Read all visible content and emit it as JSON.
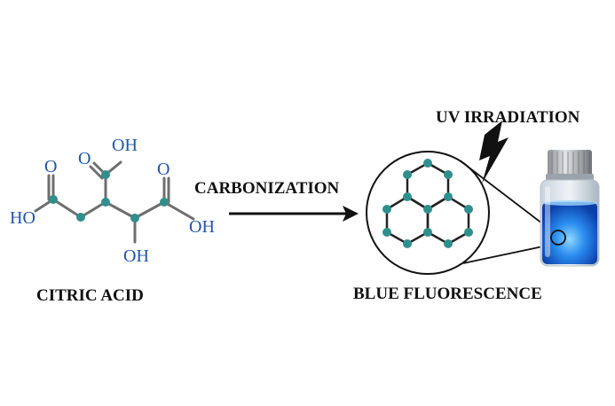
{
  "labels": {
    "citric_acid": "CITRIC ACID",
    "carbonization": "CARBONIZATION",
    "uv_irradiation": "UV IRRADIATION",
    "blue_fluorescence": "BLUE FLUORESCENCE"
  },
  "molecule": {
    "o_left": "O",
    "o_top": "O",
    "oh_top": "OH",
    "o_right": "O",
    "ho_left": "HO",
    "oh_right": "OH",
    "oh_bottom": "OH"
  },
  "icons": {
    "lightning": "lightning-bolt-icon",
    "vial": "vial-icon"
  },
  "colors": {
    "atom_labels": "#1f55a8",
    "atoms": "#2f8f8d",
    "vial_liquid": "#1e78e0",
    "text": "#111111"
  }
}
